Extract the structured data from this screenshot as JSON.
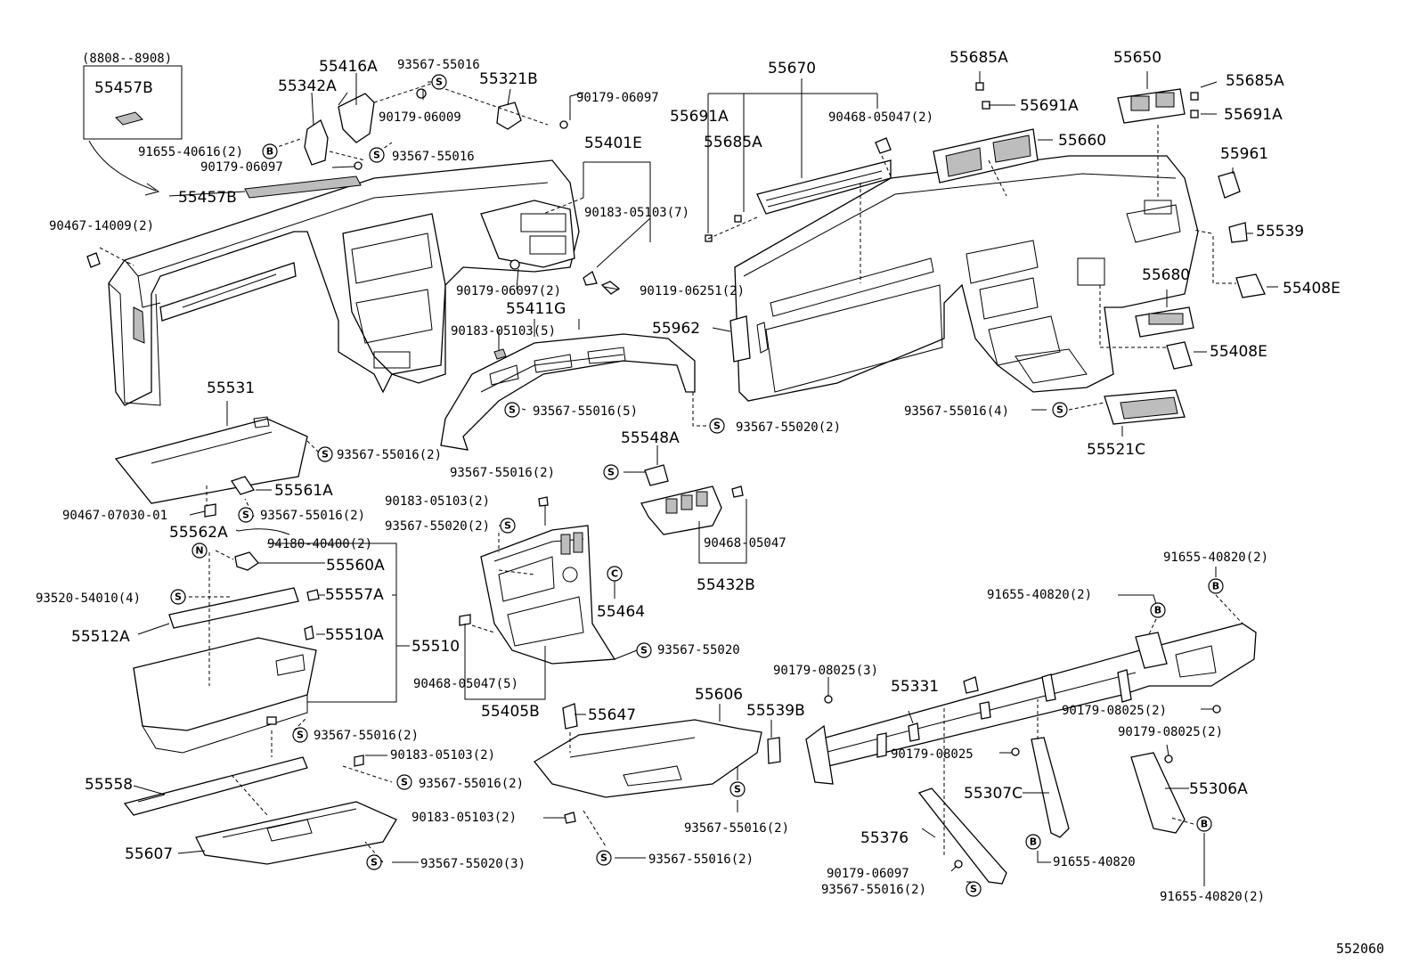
{
  "diagram_id": "552060",
  "inset": {
    "date_range": "(8808--8908)",
    "part": "55457B"
  },
  "symbols": {
    "S": "S",
    "B": "B",
    "N": "N",
    "C": "C"
  },
  "labels": {
    "p55457B": "55457B",
    "p55416A": "55416A",
    "p55342A": "55342A",
    "p93567_55016_a": "93567-55016",
    "p55321B": "55321B",
    "p90179_06009": "90179-06009",
    "p90179_06097_a": "90179-06097",
    "p91655_40616": "91655-40616(2)",
    "p90179_06097_b": "90179-06097",
    "p93567_55016_b": "93567-55016",
    "p55457B_b": "55457B",
    "p90467_14009": "90467-14009(2)",
    "p55401E": "55401E",
    "p90183_05103_7": "90183-05103(7)",
    "p90179_06097_2": "90179-06097(2)",
    "p90119_06251": "90119-06251(2)",
    "p55411G": "55411G",
    "p90183_05103_5": "90183-05103(5)",
    "p93567_55016_5": "93567-55016(5)",
    "p93567_55020_2a": "93567-55020(2)",
    "p55670": "55670",
    "p55691A_a": "55691A",
    "p55685A_a": "55685A",
    "p90468_05047_2": "90468-05047(2)",
    "p55685A_top": "55685A",
    "p55691A_b": "55691A",
    "p55660": "55660",
    "p55650": "55650",
    "p55685A_r": "55685A",
    "p55691A_r": "55691A",
    "p55961": "55961",
    "p55539": "55539",
    "p55680": "55680",
    "p55408E_a": "55408E",
    "p55408E_b": "55408E",
    "p55962": "55962",
    "p93567_55016_4": "93567-55016(4)",
    "p55521C": "55521C",
    "p55531": "55531",
    "p93567_55016_2a": "93567-55016(2)",
    "p55561A": "55561A",
    "p90467_07030": "90467-07030-01",
    "p93567_55016_2b": "93567-55016(2)",
    "p55562A": "55562A",
    "p94180_40400": "94180-40400(2)",
    "p55560A": "55560A",
    "p93520_54010": "93520-54010(4)",
    "p55557A": "55557A",
    "p55512A": "55512A",
    "p55510A": "55510A",
    "p55510": "55510",
    "p93567_55016_2c": "93567-55016(2)",
    "p55548A": "55548A",
    "p90183_05103_2a": "90183-05103(2)",
    "p93567_55020_2b": "93567-55020(2)",
    "p90468_05047": "90468-05047",
    "p55432B": "55432B",
    "p55464": "55464",
    "p93567_55020": "93567-55020",
    "p90468_05047_5": "90468-05047(5)",
    "p55405B": "55405B",
    "p93567_55016_2d": "93567-55016(2)",
    "p90183_05103_2b": "90183-05103(2)",
    "p55558": "55558",
    "p93567_55016_2e": "93567-55016(2)",
    "p90183_05103_2c": "90183-05103(2)",
    "p55607": "55607",
    "p93567_55020_3": "93567-55020(3)",
    "p93567_55016_2f": "93567-55016(2)",
    "p55647": "55647",
    "p55606": "55606",
    "p55539B": "55539B",
    "p93567_55016_2g": "93567-55016(2)",
    "p91655_40820_2a": "91655-40820(2)",
    "p91655_40820_2b": "91655-40820(2)",
    "p90179_08025_3": "90179-08025(3)",
    "p55331": "55331",
    "p90179_08025_2a": "90179-08025(2)",
    "p90179_08025_2b": "90179-08025(2)",
    "p90179_08025": "90179-08025",
    "p55307C": "55307C",
    "p55306A": "55306A",
    "p55376": "55376",
    "p91655_40820": "91655-40820",
    "p90179_06097_c": "90179-06097",
    "p93567_55016_2h": "93567-55016(2)",
    "p91655_40820_2c": "91655-40820(2)"
  }
}
